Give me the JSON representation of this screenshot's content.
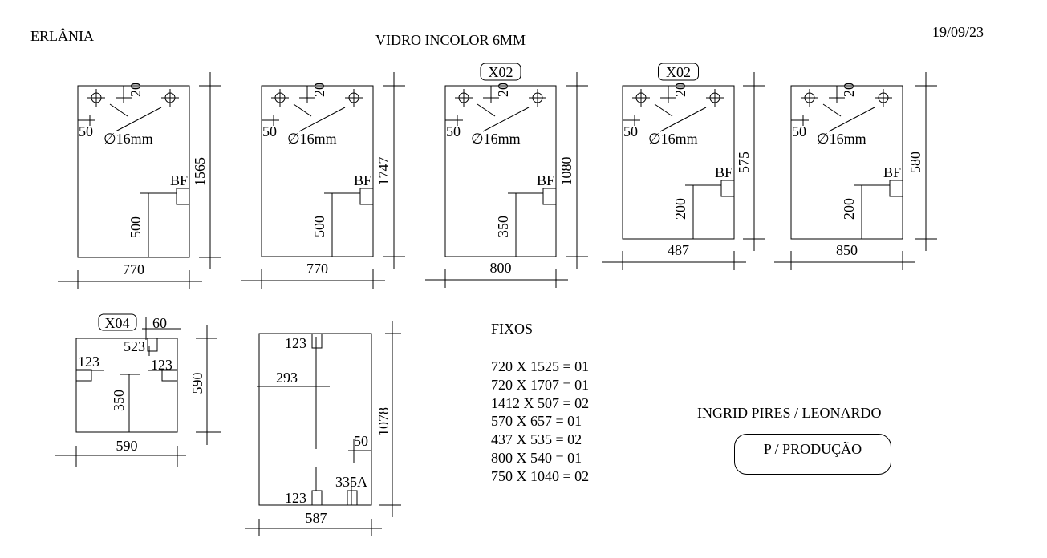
{
  "header": {
    "client": "ERLÂNIA",
    "material": "VIDRO INCOLOR 6MM",
    "date": "19/09/23"
  },
  "panels": [
    {
      "tag": "",
      "width": "770",
      "height": "1565",
      "vertical_offset": "500",
      "side_mark": "50",
      "top_mark": "20",
      "hole": "∅16mm",
      "hardware": "BF"
    },
    {
      "tag": "",
      "width": "770",
      "height": "1747",
      "vertical_offset": "500",
      "side_mark": "50",
      "top_mark": "20",
      "hole": "∅16mm",
      "hardware": "BF"
    },
    {
      "tag": "X02",
      "width": "800",
      "height": "1080",
      "vertical_offset": "350",
      "side_mark": "50",
      "top_mark": "20",
      "hole": "∅16mm",
      "hardware": "BF"
    },
    {
      "tag": "X02",
      "width": "487",
      "height": "575",
      "vertical_offset": "200",
      "side_mark": "50",
      "top_mark": "20",
      "hole": "∅16mm",
      "hardware": "BF"
    },
    {
      "tag": "",
      "width": "850",
      "height": "580",
      "vertical_offset": "200",
      "side_mark": "50",
      "top_mark": "20",
      "hole": "∅16mm",
      "hardware": "BF"
    }
  ],
  "panel6": {
    "tag": "X04",
    "top_dim": "60",
    "notch_mark": "523",
    "left_mark": "123",
    "right_mark": "123",
    "vertical_offset": "350",
    "height": "590",
    "width": "590"
  },
  "panel7": {
    "top_mark": "123",
    "horizontal_offset": "293",
    "right_mark": "50",
    "bottom_mark": "123",
    "hardware_mark": "335A",
    "height": "1078",
    "width": "587"
  },
  "fixos": {
    "title": "FIXOS",
    "items": [
      "720 X 1525 = 01",
      "720 X 1707 = 01",
      "1412 X 507 = 02",
      "570 X 657 = 01",
      "437 X 535 = 02",
      "800 X 540 = 01",
      "750 X 1040 = 02"
    ]
  },
  "signature": {
    "names": "INGRID PIRES / LEONARDO",
    "stamp": "P / PRODUÇÃO"
  }
}
